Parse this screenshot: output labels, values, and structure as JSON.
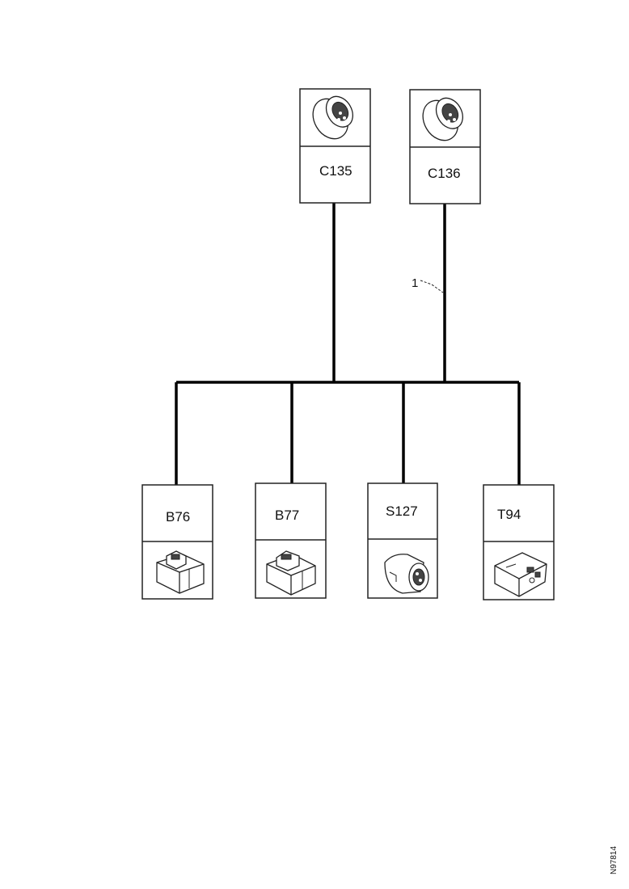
{
  "diagram": {
    "connectors_top": [
      {
        "id": "c135",
        "label": "C135",
        "icon": "round-connector-icon"
      },
      {
        "id": "c136",
        "label": "C136",
        "icon": "round-connector-icon"
      }
    ],
    "connectors_bottom": [
      {
        "id": "b76",
        "label": "B76",
        "icon": "rectangular-connector-icon"
      },
      {
        "id": "b77",
        "label": "B77",
        "icon": "rectangular-connector-icon"
      },
      {
        "id": "s127",
        "label": "S127",
        "icon": "switch-connector-icon"
      },
      {
        "id": "t94",
        "label": "T94",
        "icon": "module-connector-icon"
      }
    ],
    "callout": "1",
    "doc_ref": "N97814"
  },
  "colors": {
    "line": "#000000",
    "box_border": "#222222",
    "background": "#ffffff"
  }
}
